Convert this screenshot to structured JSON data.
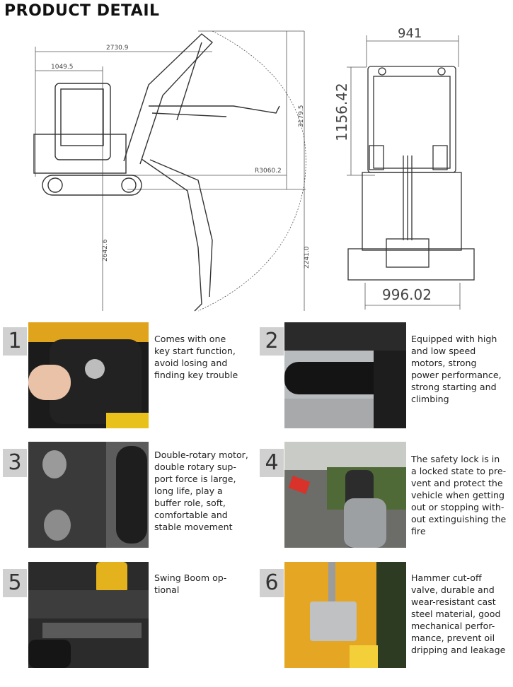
{
  "page_title": "PRODUCT DETAIL",
  "drawing": {
    "side_dims": [
      "2730.9",
      "1049.5",
      "3179.5",
      "R3060.2",
      "2642.6",
      "2241.0"
    ],
    "front_dims": [
      "941",
      "1156.42",
      "996.02"
    ]
  },
  "features": [
    {
      "number": "1",
      "lines": [
        "Comes with one",
        "key start function,",
        "avoid losing and",
        "finding  key trouble"
      ]
    },
    {
      "number": "2",
      "lines": [
        "Equipped with high",
        "and low speed",
        "motors, strong",
        "power performance,",
        "strong starting and",
        "climbing"
      ]
    },
    {
      "number": "3",
      "lines": [
        "Double-rotary motor,",
        "double rotary sup-",
        "port force is large,",
        "long life, play a",
        "buffer role, soft,",
        "comfortable and",
        "stable movement"
      ]
    },
    {
      "number": "4",
      "lines": [
        "The safety lock is in",
        "a locked state to pre-",
        "vent and protect the",
        "vehicle when getting",
        "out or stopping with-",
        "out extinguishing the",
        "fire"
      ]
    },
    {
      "number": "5",
      "lines": [
        "Swing Boom op-",
        "tional"
      ]
    },
    {
      "number": "6",
      "lines": [
        "Hammer cut-off",
        "valve, durable and",
        "wear-resistant cast",
        "steel material, good",
        "mechanical perfor-",
        "mance, prevent oil",
        "dripping and leakage"
      ]
    }
  ]
}
